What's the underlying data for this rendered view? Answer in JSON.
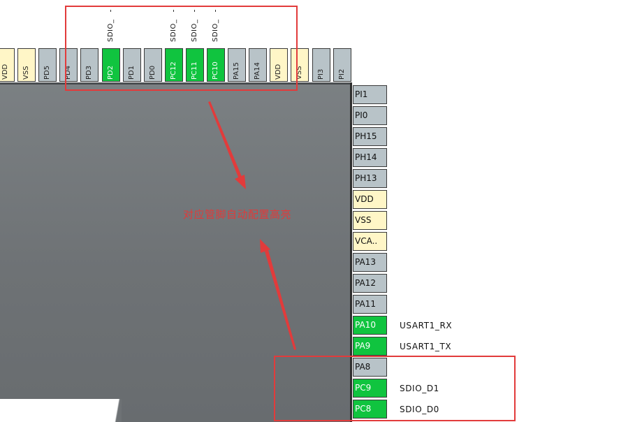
{
  "colors": {
    "chip_body": "#6e7275",
    "pin_default": "#b8c3c8",
    "pin_power": "#fff6c7",
    "pin_active": "#10c43f",
    "annotation_red": "#e23b3b"
  },
  "top_pins": [
    {
      "label": "VDD",
      "kind": "power"
    },
    {
      "label": "VSS",
      "kind": "power"
    },
    {
      "label": "PD5",
      "kind": "default"
    },
    {
      "label": "PD4",
      "kind": "default"
    },
    {
      "label": "PD3",
      "kind": "default"
    },
    {
      "label": "PD2",
      "kind": "active",
      "signal": "SDIO_"
    },
    {
      "label": "PD1",
      "kind": "default"
    },
    {
      "label": "PD0",
      "kind": "default"
    },
    {
      "label": "PC12",
      "kind": "active",
      "signal": "SDIO_"
    },
    {
      "label": "PC11",
      "kind": "active",
      "signal": "SDIO_"
    },
    {
      "label": "PC10",
      "kind": "active",
      "signal": "SDIO_"
    },
    {
      "label": "PA15",
      "kind": "default"
    },
    {
      "label": "PA14",
      "kind": "default"
    },
    {
      "label": "VDD",
      "kind": "power"
    },
    {
      "label": "VSS",
      "kind": "power"
    },
    {
      "label": "PI3",
      "kind": "default"
    },
    {
      "label": "PI2",
      "kind": "default"
    }
  ],
  "right_pins": [
    {
      "label": "PI1",
      "kind": "default",
      "signal": ""
    },
    {
      "label": "PI0",
      "kind": "default",
      "signal": ""
    },
    {
      "label": "PH15",
      "kind": "default",
      "signal": ""
    },
    {
      "label": "PH14",
      "kind": "default",
      "signal": ""
    },
    {
      "label": "PH13",
      "kind": "default",
      "signal": ""
    },
    {
      "label": "VDD",
      "kind": "power",
      "signal": ""
    },
    {
      "label": "VSS",
      "kind": "power",
      "signal": ""
    },
    {
      "label": "VCA..",
      "kind": "power",
      "signal": ""
    },
    {
      "label": "PA13",
      "kind": "default",
      "signal": ""
    },
    {
      "label": "PA12",
      "kind": "default",
      "signal": ""
    },
    {
      "label": "PA11",
      "kind": "default",
      "signal": ""
    },
    {
      "label": "PA10",
      "kind": "active",
      "signal": "USART1_RX"
    },
    {
      "label": "PA9",
      "kind": "active",
      "signal": "USART1_TX"
    },
    {
      "label": "PA8",
      "kind": "default",
      "signal": ""
    },
    {
      "label": "PC9",
      "kind": "active",
      "signal": "SDIO_D1"
    },
    {
      "label": "PC8",
      "kind": "active",
      "signal": "SDIO_D0"
    }
  ],
  "annotation": {
    "text": "对应管脚自动配置高亮"
  }
}
